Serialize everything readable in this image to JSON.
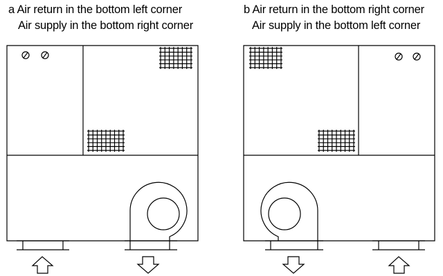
{
  "captions": {
    "a_line1": "a Air return in the bottom left corner",
    "a_line2": "Air supply in the bottom right corner",
    "b_line1": "b Air return in the bottom right corner",
    "b_line2": "Air supply in the bottom left corner"
  },
  "panels": [
    {
      "id": "a",
      "return_side": "left",
      "supply_side": "right"
    },
    {
      "id": "b",
      "return_side": "right",
      "supply_side": "left"
    }
  ],
  "colors": {
    "line": "#000000",
    "background": "#ffffff"
  }
}
